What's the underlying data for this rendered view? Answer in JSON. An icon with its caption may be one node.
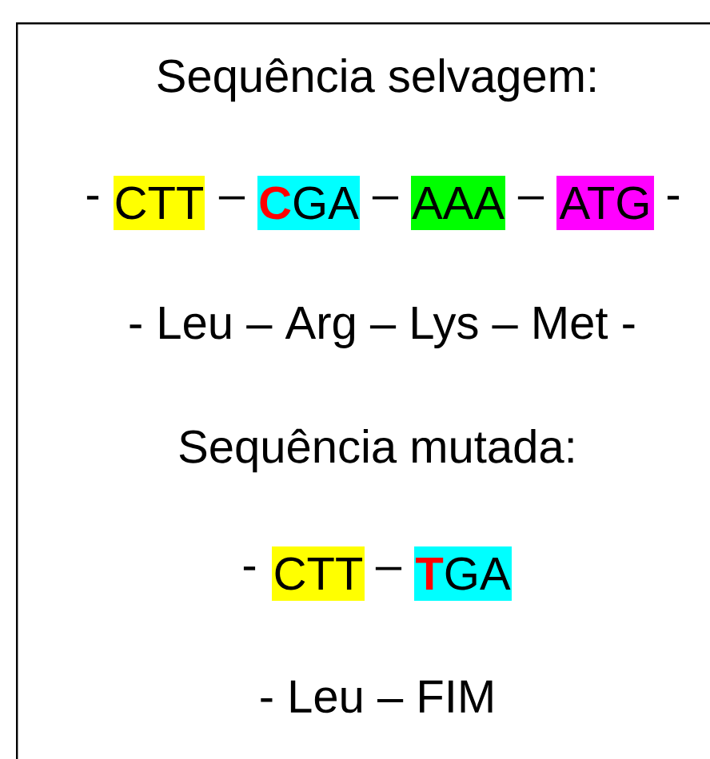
{
  "diagram": {
    "nodes": [
      {
        "text": [
          "Sequência selvagem:",
          "- Leu – Arg – Lys – Met -",
          "Sequência mutada:",
          "- Leu – FIM"
        ]
      },
      {
        "text": [
          "CTT"
        ],
        "in": 0
      },
      {
        "text": [
          "**C**GA"
        ],
        "in": 0
      },
      {
        "text": [
          "AAA"
        ],
        "in": 0
      },
      {
        "text": [
          "ATG"
        ],
        "in": 0
      },
      {
        "text": [
          "CTT"
        ],
        "in": 0
      },
      {
        "text": [
          "**T**GA"
        ],
        "in": 0
      }
    ],
    "labels": [
      "-",
      "–",
      "–",
      "–",
      "-",
      "-",
      "–"
    ]
  }
}
